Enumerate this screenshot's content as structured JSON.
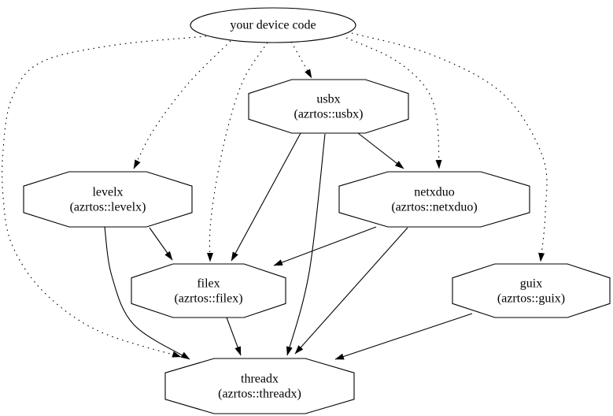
{
  "diagram": {
    "background_color": "#ffffff",
    "stroke_color": "#000000",
    "nodes": [
      {
        "id": "device",
        "label": "your device code",
        "sublabel": "",
        "shape": "ellipse"
      },
      {
        "id": "usbx",
        "label": "usbx",
        "sublabel": "(azrtos::usbx)",
        "shape": "octagon"
      },
      {
        "id": "levelx",
        "label": "levelx",
        "sublabel": "(azrtos::levelx)",
        "shape": "octagon"
      },
      {
        "id": "netxduo",
        "label": "netxduo",
        "sublabel": "(azrtos::netxduo)",
        "shape": "octagon"
      },
      {
        "id": "filex",
        "label": "filex",
        "sublabel": "(azrtos::filex)",
        "shape": "octagon"
      },
      {
        "id": "guix",
        "label": "guix",
        "sublabel": "(azrtos::guix)",
        "shape": "octagon"
      },
      {
        "id": "threadx",
        "label": "threadx",
        "sublabel": "(azrtos::threadx)",
        "shape": "octagon"
      }
    ],
    "edges": [
      {
        "from": "device",
        "to": "usbx",
        "style": "dotted"
      },
      {
        "from": "device",
        "to": "levelx",
        "style": "dotted"
      },
      {
        "from": "device",
        "to": "netxduo",
        "style": "dotted"
      },
      {
        "from": "device",
        "to": "guix",
        "style": "dotted"
      },
      {
        "from": "device",
        "to": "filex",
        "style": "dotted"
      },
      {
        "from": "device",
        "to": "threadx",
        "style": "dotted"
      },
      {
        "from": "usbx",
        "to": "netxduo",
        "style": "solid"
      },
      {
        "from": "usbx",
        "to": "filex",
        "style": "solid"
      },
      {
        "from": "usbx",
        "to": "threadx",
        "style": "solid"
      },
      {
        "from": "levelx",
        "to": "filex",
        "style": "solid"
      },
      {
        "from": "levelx",
        "to": "threadx",
        "style": "solid"
      },
      {
        "from": "netxduo",
        "to": "filex",
        "style": "solid"
      },
      {
        "from": "netxduo",
        "to": "threadx",
        "style": "solid"
      },
      {
        "from": "filex",
        "to": "threadx",
        "style": "solid"
      },
      {
        "from": "guix",
        "to": "threadx",
        "style": "solid"
      }
    ]
  }
}
